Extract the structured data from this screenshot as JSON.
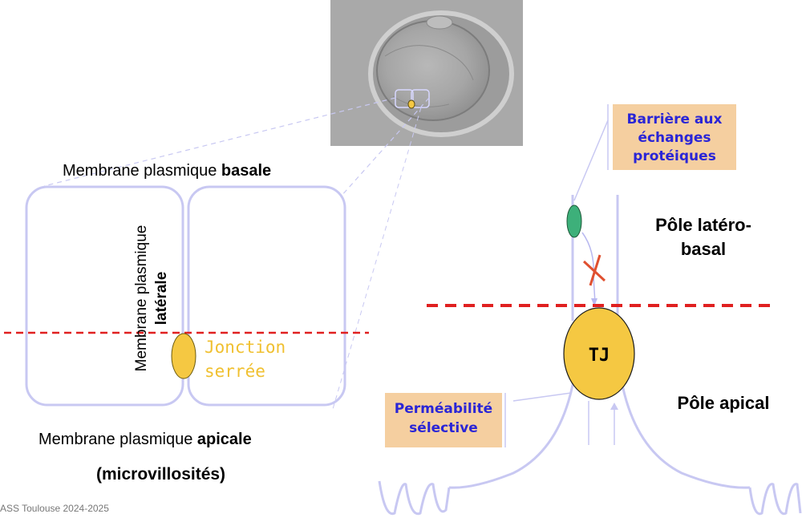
{
  "left": {
    "top_label": {
      "regular": "Membrane plasmique ",
      "bold": "basale"
    },
    "lateral_label": {
      "line1": "Membrane plasmique",
      "line2": "latérale"
    },
    "junction_label": {
      "line1": "Jonction",
      "line2": "serrée"
    },
    "bottom_label": {
      "regular": "Membrane plasmique ",
      "bold": "apicale"
    },
    "sub_label": "(microvillosités)"
  },
  "right": {
    "barrier_box": {
      "line1": "Barrière aux",
      "line2": "échanges",
      "line3": "protéiques"
    },
    "pole_laterobasal": {
      "line1": "Pôle latéro-",
      "line2": "basal"
    },
    "tj_label": "TJ",
    "permeability_box": {
      "line1": "Perméabilité",
      "line2": "sélective"
    },
    "pole_apical": "Pôle apical"
  },
  "footer": "ASS Toulouse 2024-2025",
  "colors": {
    "membrane": "#c8c8f2",
    "dashed_line": "#e02020",
    "junction": "#f5c842",
    "protein": "#3db07a",
    "box_fill": "#f5cfa0",
    "box_text": "#2a25d6",
    "junction_text": "#f0c030"
  }
}
